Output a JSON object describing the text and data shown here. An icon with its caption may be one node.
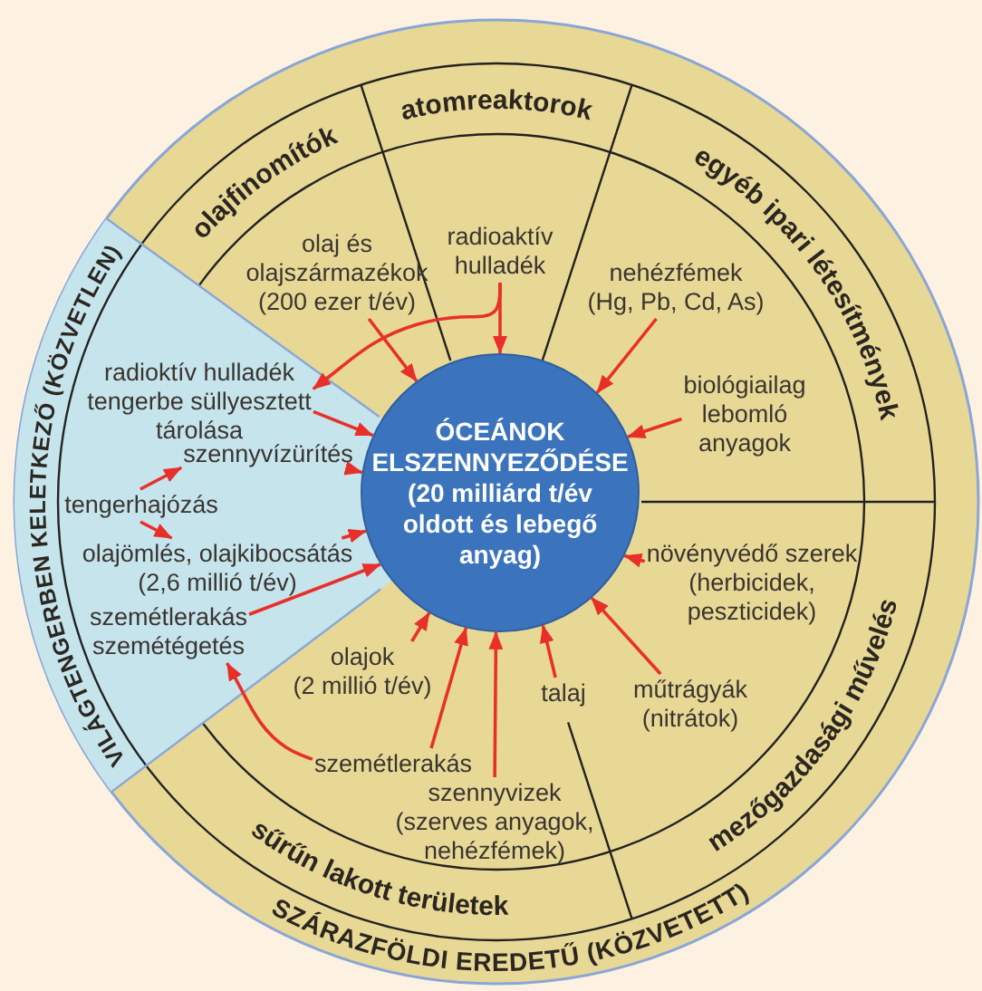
{
  "diagram": {
    "nodes": [
      {
        "text": [
          "ÓCEÁNOK ELSZENNYEZŐDÉSE (20 milliárd t/év oldott és lebegő anyag)"
        ]
      },
      {
        "text": [
          "VILÁGTENGERBEN KELETKEZŐ (KÖZVETLEN)"
        ]
      },
      {
        "text": [
          "SZÁRAZFÖLDI EREDETŰ (KÖZVETETT)"
        ]
      },
      {
        "text": [
          "olajfinomítók"
        ]
      },
      {
        "text": [
          "atomreaktorok"
        ]
      },
      {
        "text": [
          "egyéb ipari létesítmények"
        ]
      },
      {
        "text": [
          "mezőgazdasági művelés"
        ]
      },
      {
        "text": [
          "sűrűn lakott területek"
        ]
      },
      {
        "text": [
          "olaj és olajszármazékok (200 ezer t/év)"
        ]
      },
      {
        "text": [
          "radioaktív hulladék"
        ]
      },
      {
        "text": [
          "radioktív hulladék tengerbe süllyesztett tárolása"
        ]
      },
      {
        "text": [
          "szennyvízürítés"
        ]
      },
      {
        "text": [
          "tengerhajózás"
        ]
      },
      {
        "text": [
          "olajömlés, olajkibocsátás (2,6 millió t/év)"
        ]
      },
      {
        "text": [
          "szemétlerakás szemétégetés"
        ]
      },
      {
        "text": [
          "olajok (2 millió t/év)"
        ]
      },
      {
        "text": [
          "szemétlerakás"
        ]
      },
      {
        "text": [
          "szennyvizek (szerves anyagok, nehézfémek)"
        ]
      },
      {
        "text": [
          "talaj"
        ]
      },
      {
        "text": [
          "műtrágyák (nitrátok)"
        ]
      },
      {
        "text": [
          "növényvédő szerek (herbicidek, peszticidek)"
        ]
      },
      {
        "text": [
          "biológiailag lebomló anyagok"
        ]
      },
      {
        "text": [
          "nehézfémek (Hg, Pb, Cd, As)"
        ]
      }
    ],
    "edges": [
      {
        "from": 8,
        "to": 0,
        "arrow": "to"
      },
      {
        "from": 9,
        "to": 0,
        "arrow": "to"
      },
      {
        "from": 9,
        "to": 10,
        "arrow": "to"
      },
      {
        "from": 10,
        "to": 0,
        "arrow": "to"
      },
      {
        "from": 11,
        "to": 0,
        "arrow": "to"
      },
      {
        "from": 12,
        "to": 11,
        "arrow": "to"
      },
      {
        "from": 12,
        "to": 13,
        "arrow": "to"
      },
      {
        "from": 13,
        "to": 0,
        "arrow": "to"
      },
      {
        "from": 14,
        "to": 0,
        "arrow": "to"
      },
      {
        "from": 15,
        "to": 0,
        "arrow": "to"
      },
      {
        "from": 16,
        "to": 0,
        "arrow": "to"
      },
      {
        "from": 16,
        "to": 14,
        "arrow": "to"
      },
      {
        "from": 17,
        "to": 0,
        "arrow": "to"
      },
      {
        "from": 18,
        "to": 0,
        "arrow": "to"
      },
      {
        "from": 19,
        "to": 0,
        "arrow": "to"
      },
      {
        "from": 20,
        "to": 0,
        "arrow": "to"
      },
      {
        "from": 21,
        "to": 0,
        "arrow": "to"
      },
      {
        "from": 22,
        "to": 0,
        "arrow": "to"
      }
    ]
  }
}
